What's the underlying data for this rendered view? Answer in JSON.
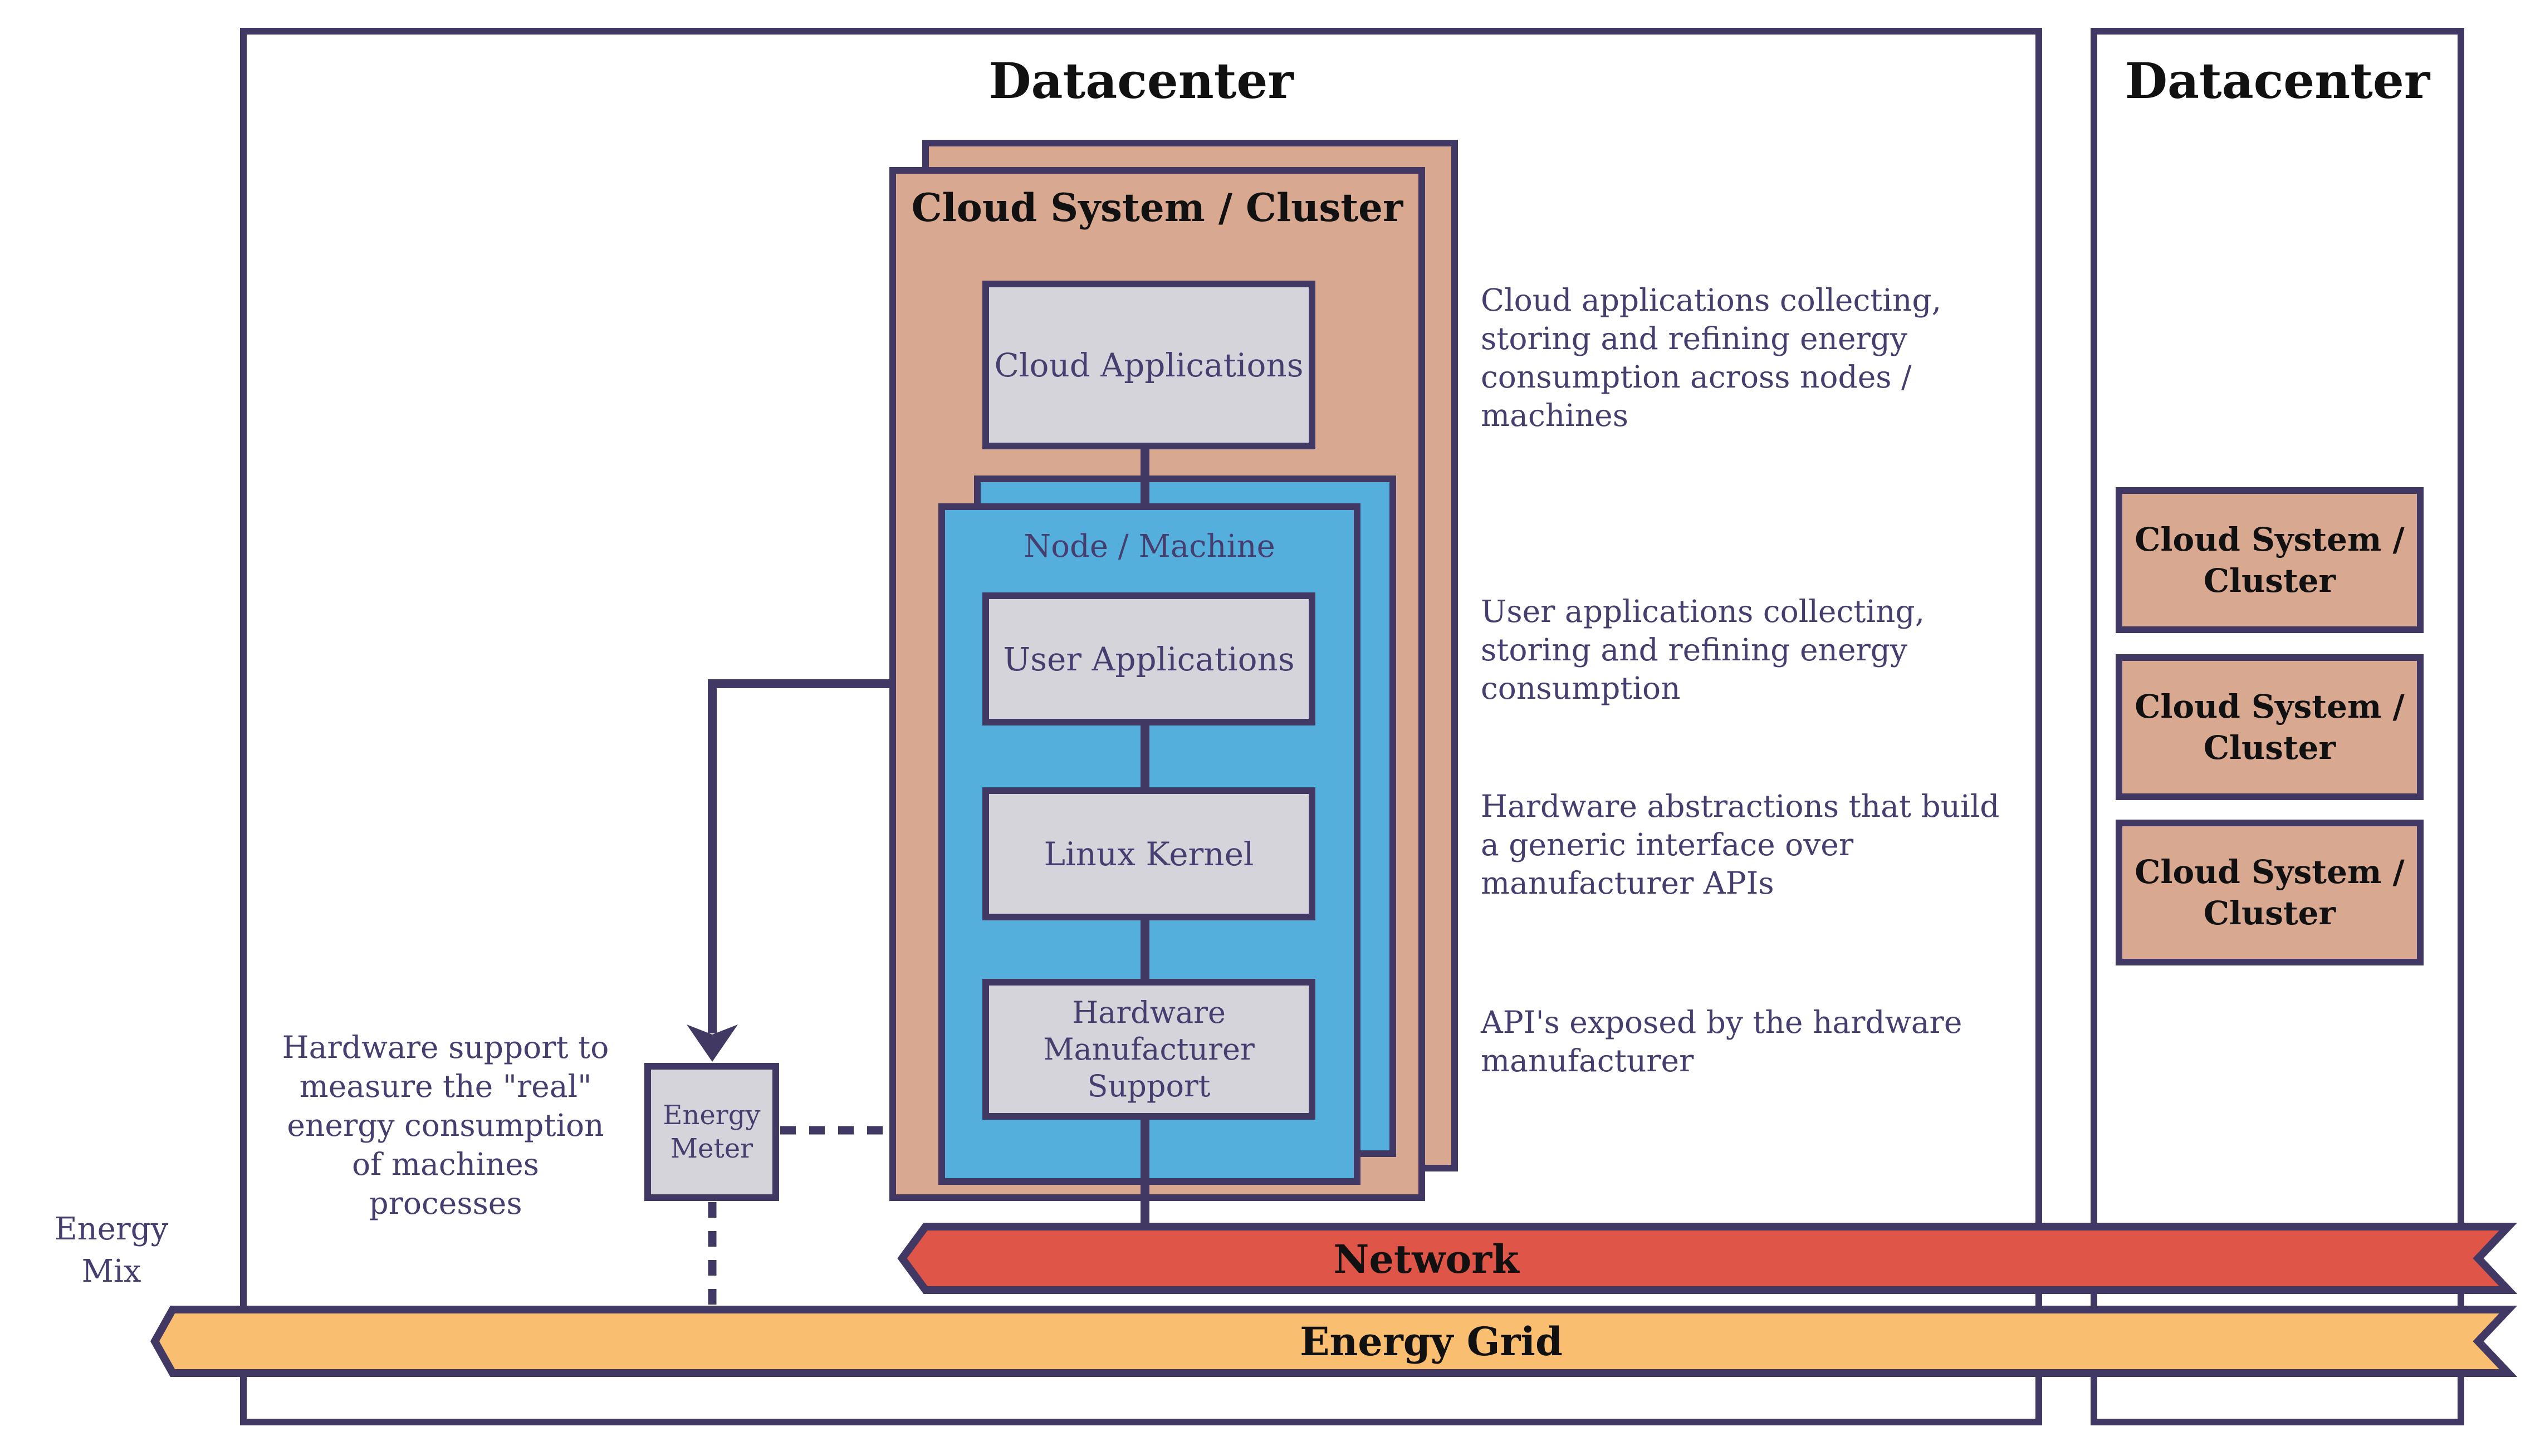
{
  "colors": {
    "outline": "#413963",
    "text": "#453E6E",
    "black": "#111111",
    "salmon": "#D9A891",
    "blue": "#54AFDC",
    "gray": "#D6D4DB",
    "red": "#DF5548",
    "yellow": "#FABE70",
    "white": "#FFFFFF"
  },
  "datacenter_left": {
    "title": "Datacenter",
    "cluster": {
      "title": "Cloud System / Cluster",
      "cloud_applications": "Cloud Applications",
      "node": {
        "title": "Node / Machine",
        "user_applications": "User Applications",
        "linux_kernel": "Linux Kernel",
        "hw_manufacturer_support": "Hardware\nManufacturer\nSupport"
      }
    },
    "energy_meter": "Energy\nMeter"
  },
  "datacenter_right": {
    "title": "Datacenter",
    "clusters": [
      "Cloud System /\nCluster",
      "Cloud System /\nCluster",
      "Cloud System /\nCluster"
    ]
  },
  "annotations": {
    "cloud_apps": "Cloud applications collecting,\nstoring and refining energy\nconsumption across nodes /\nmachines",
    "user_apps": "User applications collecting,\nstoring and refining energy\nconsumption",
    "hw_abstractions": "Hardware abstractions that build\na generic interface over\nmanufacturer APIs",
    "hw_apis": "API's exposed by the hardware\nmanufacturer",
    "energy_meter_note": "Hardware support to\nmeasure the \"real\"\nenergy consumption\nof machines\nprocesses",
    "energy_mix": "Energy\nMix"
  },
  "bands": {
    "network": "Network",
    "energy_grid": "Energy Grid"
  }
}
